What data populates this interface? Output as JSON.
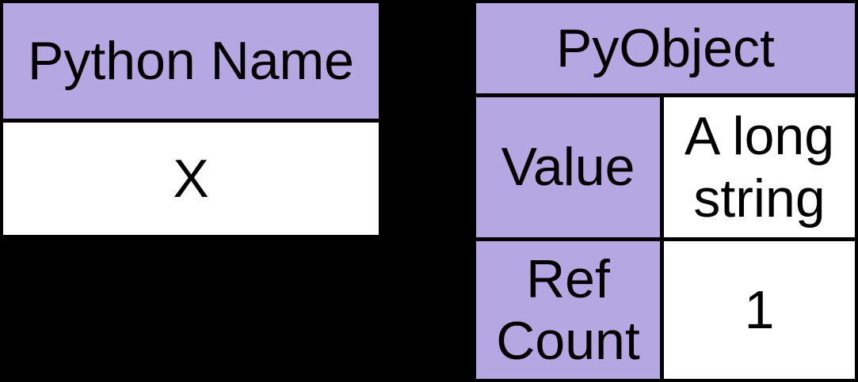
{
  "colors": {
    "background": "#000000",
    "header_fill": "#b5a8e2",
    "cell_fill": "#ffffff",
    "border": "#000000",
    "text": "#000000"
  },
  "name_table": {
    "header": "Python Name",
    "value": "X"
  },
  "object_table": {
    "header": "PyObject",
    "rows": [
      {
        "label": "Value",
        "value": "A long string"
      },
      {
        "label": "Ref Count",
        "value": "1"
      }
    ]
  }
}
